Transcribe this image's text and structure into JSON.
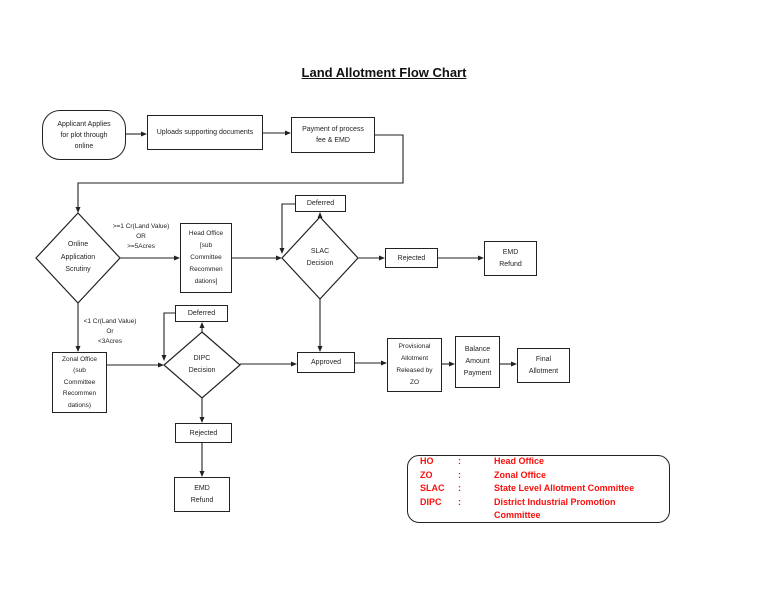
{
  "page": {
    "title": "Land Allotment Flow Chart"
  },
  "nodes": {
    "start": "Applicant Applies\nfor plot through\nonline",
    "uploads": "Uploads supporting documents",
    "payment": "Payment of process\nfee & EMD",
    "scrutiny": "Online\nApplication\nScrutiny",
    "head_office": "Head Office\n[sub\nCommittee\nRecommen\ndations]",
    "slac": "SLAC\nDecision",
    "slac_deferred": "Deferred",
    "slac_rejected": "Rejected",
    "slac_emd_refund": "EMD\nRefund",
    "zonal_office": "Zonal Office\n(sub\nCommittee\nRecommen\ndations)",
    "dipc": "DIPC\nDecision",
    "dipc_deferred": "Deferred",
    "dipc_rejected": "Rejected",
    "dipc_emd_refund": "EMD\nRefund",
    "approved": "Approved",
    "provisional": "Provisional\nAllotment\nReleased by\nZO",
    "balance": "Balance\nAmount\nPayment",
    "final": "Final\nAllotment"
  },
  "edge_labels": {
    "high_value": ">=1 Cr(Land Value)\nOR\n>=5Acres",
    "low_value": "<1 Cr(Land Value)\nOr\n<3Acres"
  },
  "legend": {
    "text_color": "#fb0f0c",
    "entries": [
      {
        "abbr": "HO",
        "colon": ":",
        "full": "Head Office"
      },
      {
        "abbr": "ZO",
        "colon": ":",
        "full": "Zonal Office"
      },
      {
        "abbr": "SLAC",
        "colon": ":",
        "full": "State Level Allotment Committee"
      },
      {
        "abbr": "DIPC",
        "colon": ":",
        "full": "District Industrial Promotion Committee"
      }
    ]
  }
}
